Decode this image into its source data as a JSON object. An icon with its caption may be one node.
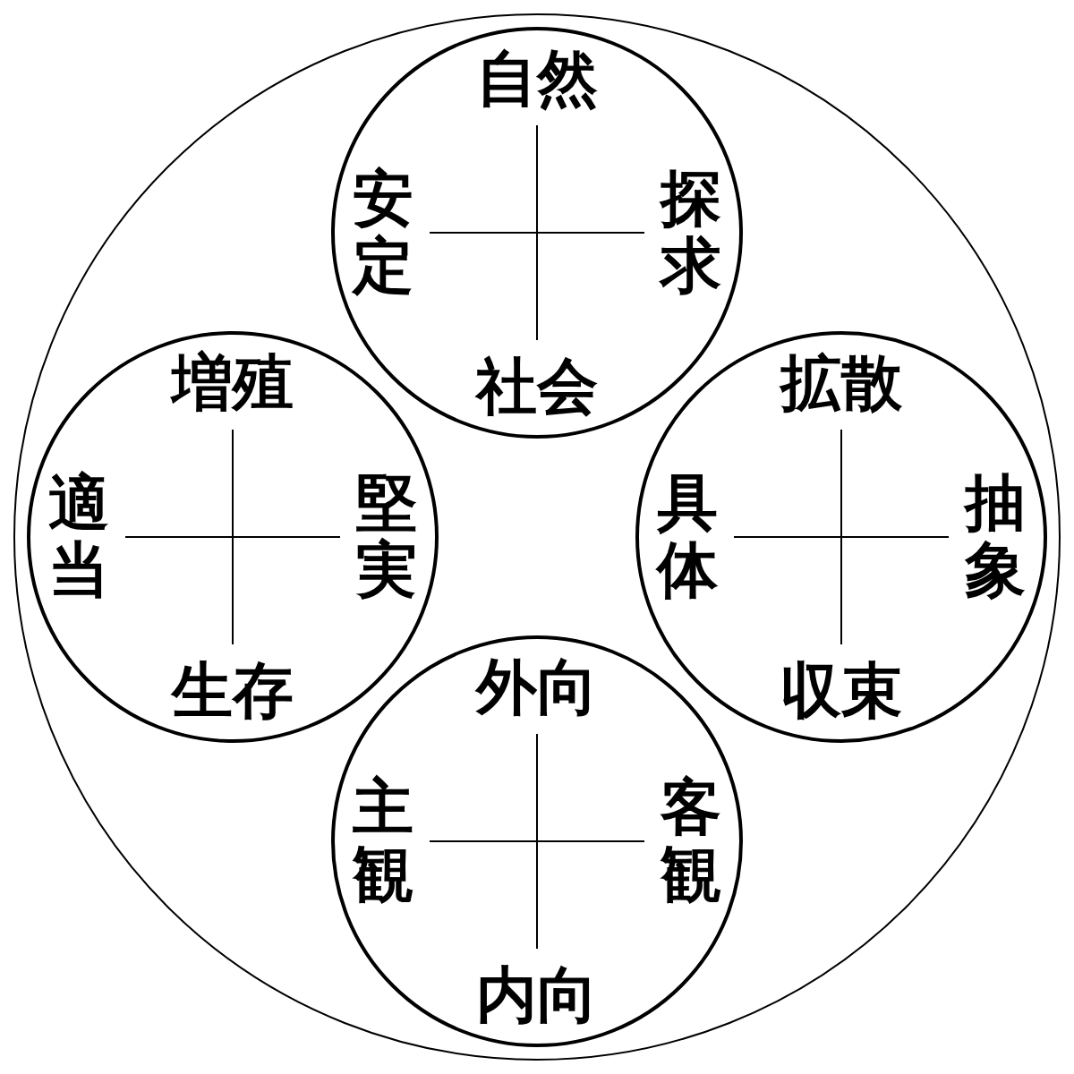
{
  "diagram": {
    "nodes": [
      {
        "text": [],
        "shape": "circle"
      },
      {
        "text": [
          "自然",
          "安定",
          "探求",
          "社会"
        ],
        "in": 0
      },
      {
        "text": [
          "増殖",
          "適当",
          "堅実",
          "生存"
        ],
        "in": 0
      },
      {
        "text": [
          "拡散",
          "具体",
          "抽象",
          "収束"
        ],
        "in": 0
      },
      {
        "text": [
          "外向",
          "主観",
          "客観",
          "内向"
        ],
        "in": 0
      }
    ]
  }
}
